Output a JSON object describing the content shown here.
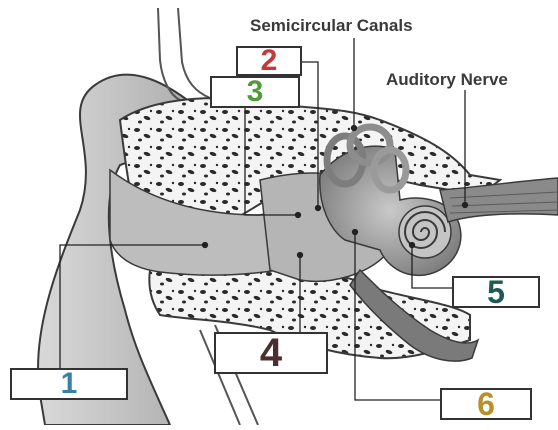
{
  "captions": {
    "semicircular_canals": "Semicircular Canals",
    "auditory_nerve": "Auditory Nerve"
  },
  "labels": [
    {
      "id": "1",
      "text": "1",
      "color": "#3a7fa6"
    },
    {
      "id": "2",
      "text": "2",
      "color": "#c23a3a"
    },
    {
      "id": "3",
      "text": "3",
      "color": "#4f9a3a"
    },
    {
      "id": "4",
      "text": "4",
      "color": "#4a2f2f"
    },
    {
      "id": "5",
      "text": "5",
      "color": "#1f5a55"
    },
    {
      "id": "6",
      "text": "6",
      "color": "#b8902a"
    }
  ],
  "colors": {
    "bone": "#f4f4f4",
    "bone_spot": "#2a2a2a",
    "outline": "#3a3a3a",
    "canal": "#9a9a9a",
    "tissue": "#c8c8c8",
    "inner": "#8a8a8a"
  }
}
